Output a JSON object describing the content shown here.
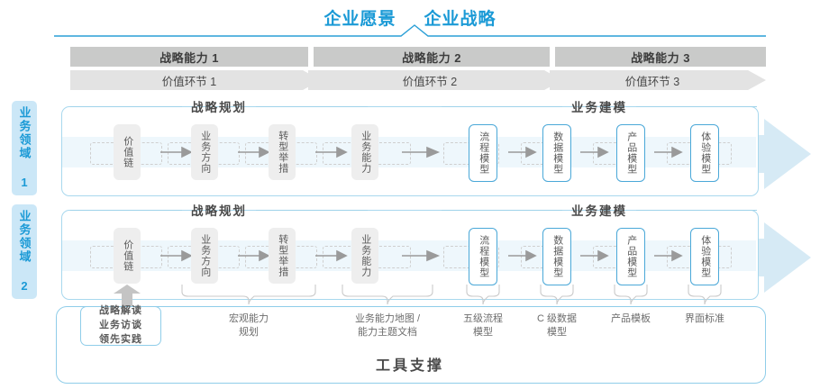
{
  "title": {
    "part1": "企业愿景",
    "part2": "企业战略",
    "color": "#1b9ad6"
  },
  "capability_bands": [
    {
      "label": "战略能力 1"
    },
    {
      "label": "战略能力 2"
    },
    {
      "label": "战略能力 3"
    }
  ],
  "value_chevrons": [
    {
      "label": "价值环节 1"
    },
    {
      "label": "价值环节 2"
    },
    {
      "label": "价值环节 3"
    }
  ],
  "domains": [
    {
      "label": "业务领域 1"
    },
    {
      "label": "业务领域 2"
    }
  ],
  "sections": [
    {
      "label": "战略规划"
    },
    {
      "label": "业务建模"
    }
  ],
  "nodes": [
    {
      "label": "价值链",
      "style": "gray"
    },
    {
      "label": "业务方向",
      "style": "gray"
    },
    {
      "label": "转型举措",
      "style": "gray"
    },
    {
      "label": "业务能力",
      "style": "gray"
    },
    {
      "label": "流程模型",
      "style": "blue"
    },
    {
      "label": "数据模型",
      "style": "blue"
    },
    {
      "label": "产品模型",
      "style": "blue"
    },
    {
      "label": "体验模型",
      "style": "blue"
    }
  ],
  "bottom_labels": [
    {
      "line1": "战略解读",
      "line2": "业务访谈",
      "line3": "领先实践",
      "boxed": true
    },
    {
      "line1": "宏观能力",
      "line2": "规划"
    },
    {
      "line1": "业务能力地图 /",
      "line2": "能力主题文档"
    },
    {
      "line1": "五级流程",
      "line2": "模型"
    },
    {
      "line1": "C 级数据",
      "line2": "模型"
    },
    {
      "line1": "产品模板",
      "line2": ""
    },
    {
      "line1": "界面标准",
      "line2": ""
    }
  ],
  "tool_support": {
    "label": "工具支撑"
  },
  "colors": {
    "accent_blue": "#1b9ad6",
    "band_gray": "#c9cac9",
    "chevron_gray": "#e3e3e3",
    "node_gray": "#eeeeee",
    "node_blue_border": "#4aa8d8",
    "row_border": "#a8d8ee",
    "inner_band": "#eef7fc",
    "big_arrow": "#d6eaf5",
    "domain_bg": "#cbe7f7"
  }
}
